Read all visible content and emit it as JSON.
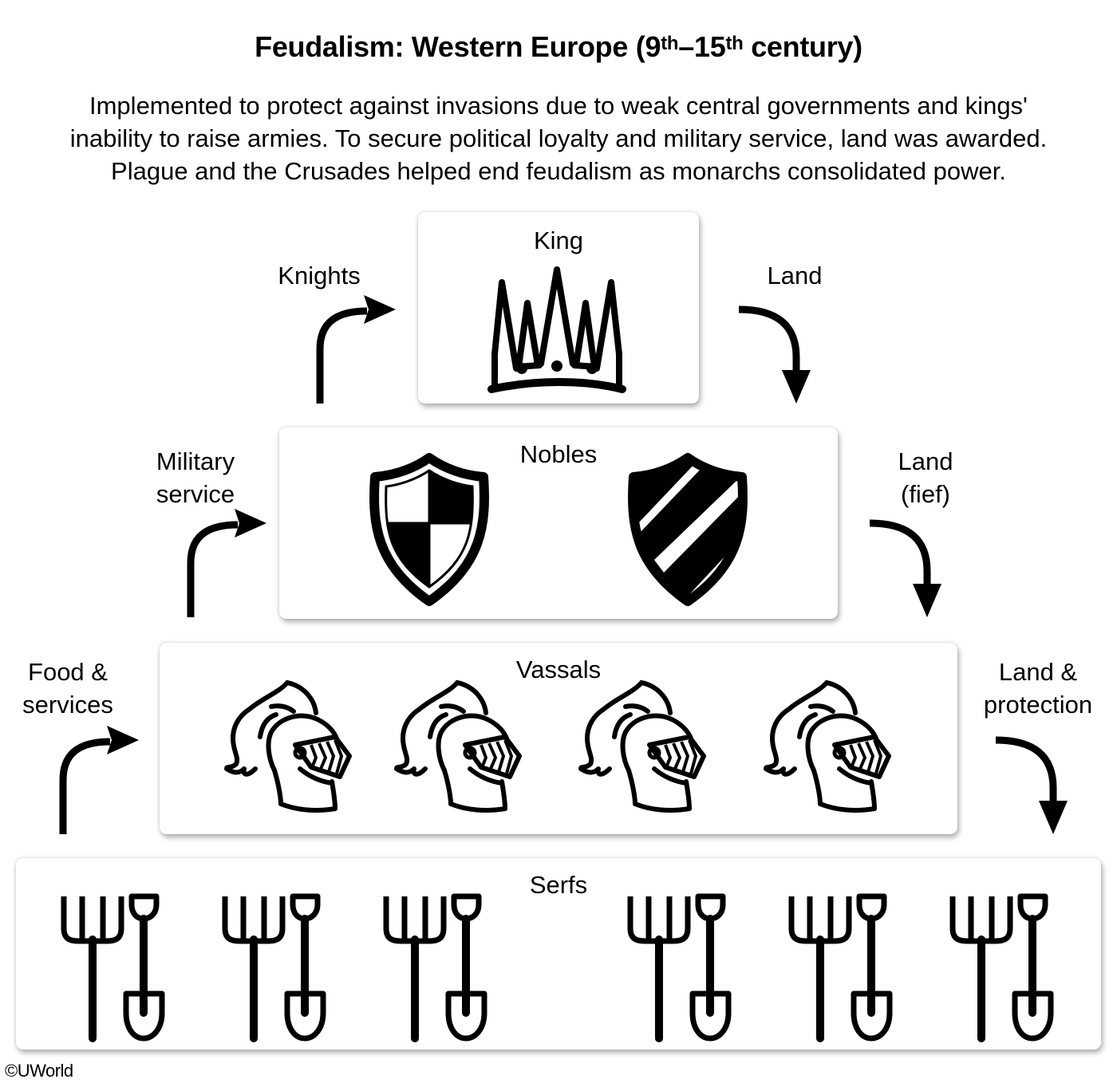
{
  "title": {
    "main": "Feudalism: Western Europe (9",
    "sup1": "th",
    "mid": "–15",
    "sup2": "th",
    "end": " century)"
  },
  "intro": {
    "lines": [
      "Implemented to protect against invasions due to weak central governments and kings'",
      "inability to raise armies. To secure political loyalty and military service, land was awarded.",
      "Plague and the Crusades helped end feudalism as monarchs consolidated power."
    ]
  },
  "tiers": {
    "king": {
      "label": "King",
      "icon": "crown-icon"
    },
    "nobles": {
      "label": "Nobles",
      "icons": [
        "quartered-shield-icon",
        "striped-shield-icon"
      ]
    },
    "vassals": {
      "label": "Vassals",
      "icon": "knight-helmet-icon",
      "count": 4
    },
    "serfs": {
      "label": "Serfs",
      "icon": "pitchfork-and-spade-icon",
      "count": 6
    }
  },
  "flows": {
    "up": [
      {
        "from": "nobles",
        "to": "king",
        "lines": [
          "Knights"
        ]
      },
      {
        "from": "vassals",
        "to": "nobles",
        "lines": [
          "Military",
          "service"
        ]
      },
      {
        "from": "serfs",
        "to": "vassals",
        "lines": [
          "Food &",
          "services"
        ]
      }
    ],
    "down": [
      {
        "from": "king",
        "to": "nobles",
        "lines": [
          "Land"
        ]
      },
      {
        "from": "nobles",
        "to": "vassals",
        "lines": [
          "Land",
          "(fief)"
        ]
      },
      {
        "from": "vassals",
        "to": "serfs",
        "lines": [
          "Land &",
          "protection"
        ]
      }
    ]
  },
  "copyright": "©UWorld"
}
